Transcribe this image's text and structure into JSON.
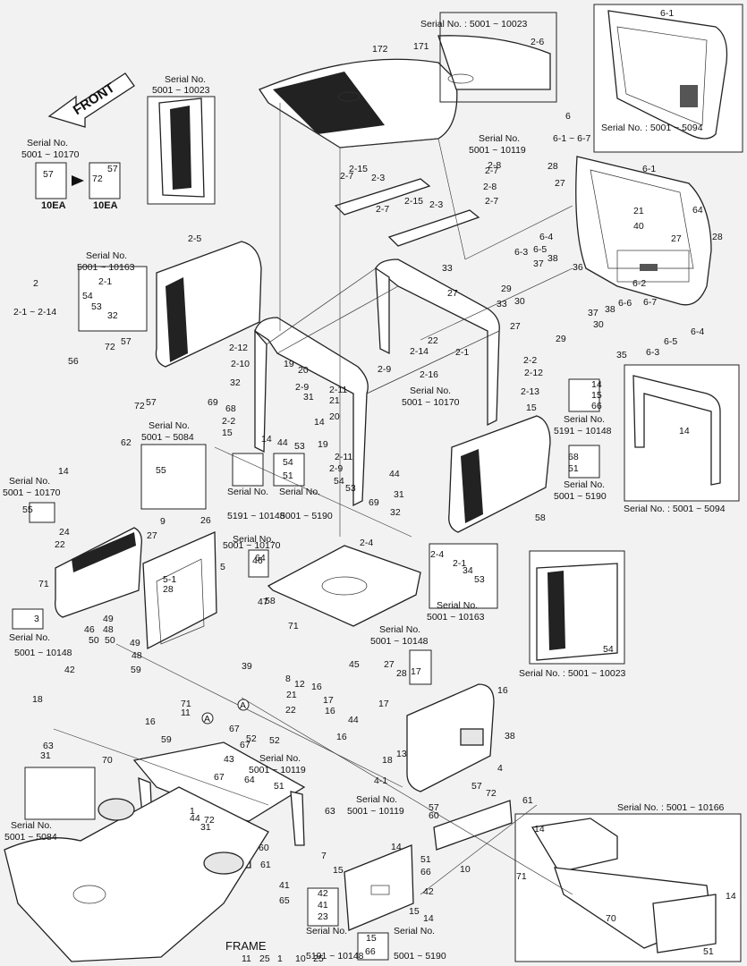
{
  "front_label": "FRONT",
  "frame_label": "FRAME",
  "serial_notes": {
    "top_roof": "Serial No. : 5001 ~ 10023",
    "rear_cover": "Serial No. : 5001 ~ 5094",
    "side_cover_2_4": "Serial No. : 5001 ~ 10023",
    "base_frame": "Serial No. : 5001 ~ 10166",
    "side_panel_a_l1": "Serial No.",
    "side_panel_a_l2": "5001 ~ 10023",
    "bolt_a_l1": "Serial No.",
    "bolt_a_l2": "5001 ~ 10170",
    "bracket_a_l1": "Serial No.",
    "bracket_a_l2": "5001 ~ 10163",
    "bracket_b_l1": "Serial No.",
    "bracket_b_l2": "5001 ~ 5084",
    "bolt_b_l1": "Serial No.",
    "bolt_b_l2": "5001 ~ 10170",
    "group_a_l1": "Serial No.",
    "group_a_l2": "5001 ~ 10119",
    "group_b_l1": "Serial No.",
    "group_b_l2": "5001 ~ 10170",
    "group_c_l1": "Serial No.",
    "group_c_l2": "5001 ~ 10163",
    "group_d_l1": "Serial No.",
    "group_d_l2": "5001 ~ 10148",
    "group_e_l1": "Serial No.",
    "group_e_l2": "5191 ~ 10148",
    "group_f_l1": "Serial No.",
    "group_f_l2": "5001 ~ 5190",
    "group_g_l1": "Serial No.",
    "group_g_l2": "5001 ~ 10170",
    "group_h_l1": "Serial No.",
    "group_h_l2": "5001 ~ 10119",
    "group_i_l1": "Serial No.",
    "group_i_l2": "5001 ~ 10119",
    "group_j_l1": "Serial No.",
    "group_j_l2": "5001 ~ 10148",
    "group_k_l1": "Serial No.",
    "group_k_l2": "5001 ~ 5084",
    "group_l_l1": "Serial No.",
    "group_l_l2": "5191 ~ 10148",
    "group_m_l1": "Serial No.",
    "group_m_l2": "5001 ~ 5190",
    "group_n_l1": "Serial No.",
    "group_n_l2": "5191 ~ 10148",
    "group_o_l1": "Serial No.",
    "group_o_l2": "5001 ~ 5190",
    "group_p_l1": "Serial No.",
    "group_p_l2": "5001 ~ 10170",
    "group_q_l1": "Serial No.",
    "group_q_l2": "5001 ~ 10170"
  },
  "qty_labels": {
    "left": "10EA",
    "right": "10EA"
  },
  "callouts": [
    "2-6",
    "172",
    "171",
    "6-1",
    "6",
    "6-1 ~ 6-7",
    "2-5",
    "57",
    "72",
    "57",
    "2-8",
    "2-7",
    "2-7",
    "2-15",
    "2-3",
    "2-8",
    "2-7",
    "2-15",
    "2-7",
    "2-3",
    "28",
    "27",
    "6-1",
    "21",
    "64",
    "40",
    "27",
    "28",
    "6-4",
    "6-5",
    "6-3",
    "37",
    "38",
    "36",
    "6-2",
    "6-6",
    "6-7",
    "2",
    "2-1 ~ 2-14",
    "2-1",
    "54",
    "53",
    "32",
    "72",
    "57",
    "56",
    "57",
    "72",
    "62",
    "33",
    "27",
    "29",
    "30",
    "33",
    "27",
    "37",
    "38",
    "30",
    "6-5",
    "6-4",
    "6-3",
    "29",
    "35",
    "2-12",
    "2-10",
    "19",
    "20",
    "2-9",
    "32",
    "69",
    "68",
    "31",
    "2-11",
    "21",
    "22",
    "2-14",
    "2-16",
    "2-9",
    "2-1",
    "2-2",
    "2-12",
    "2-13",
    "15",
    "14",
    "15",
    "66",
    "14",
    "2-2",
    "15",
    "14",
    "44",
    "53",
    "54",
    "51",
    "14",
    "20",
    "19",
    "2-11",
    "2-9",
    "54",
    "53",
    "44",
    "69",
    "31",
    "32",
    "68",
    "51",
    "14",
    "55",
    "55",
    "24",
    "22",
    "71",
    "9",
    "26",
    "5",
    "5-1",
    "28",
    "27",
    "64",
    "58",
    "2-4",
    "2-1",
    "34",
    "53",
    "54",
    "2-4",
    "3",
    "46",
    "50",
    "49",
    "48",
    "50",
    "49",
    "48",
    "42",
    "46",
    "47",
    "58",
    "71",
    "39",
    "59",
    "18",
    "8",
    "12",
    "16",
    "17",
    "21",
    "22",
    "27",
    "28",
    "17",
    "45",
    "16",
    "59",
    "63",
    "31",
    "70",
    "71",
    "11",
    "A",
    "A",
    "67",
    "52",
    "67",
    "43",
    "52",
    "67",
    "16",
    "44",
    "17",
    "16",
    "18",
    "13",
    "16",
    "38",
    "4",
    "4-1",
    "64",
    "51",
    "63",
    "1",
    "44",
    "31",
    "72",
    "57",
    "72",
    "57",
    "60",
    "61",
    "60",
    "61",
    "7",
    "15",
    "14",
    "51",
    "66",
    "10",
    "42",
    "41",
    "65",
    "42",
    "41",
    "23",
    "15",
    "14",
    "15",
    "66",
    "14",
    "71",
    "70",
    "51",
    "14",
    "11",
    "25",
    "1",
    "10",
    "25"
  ]
}
